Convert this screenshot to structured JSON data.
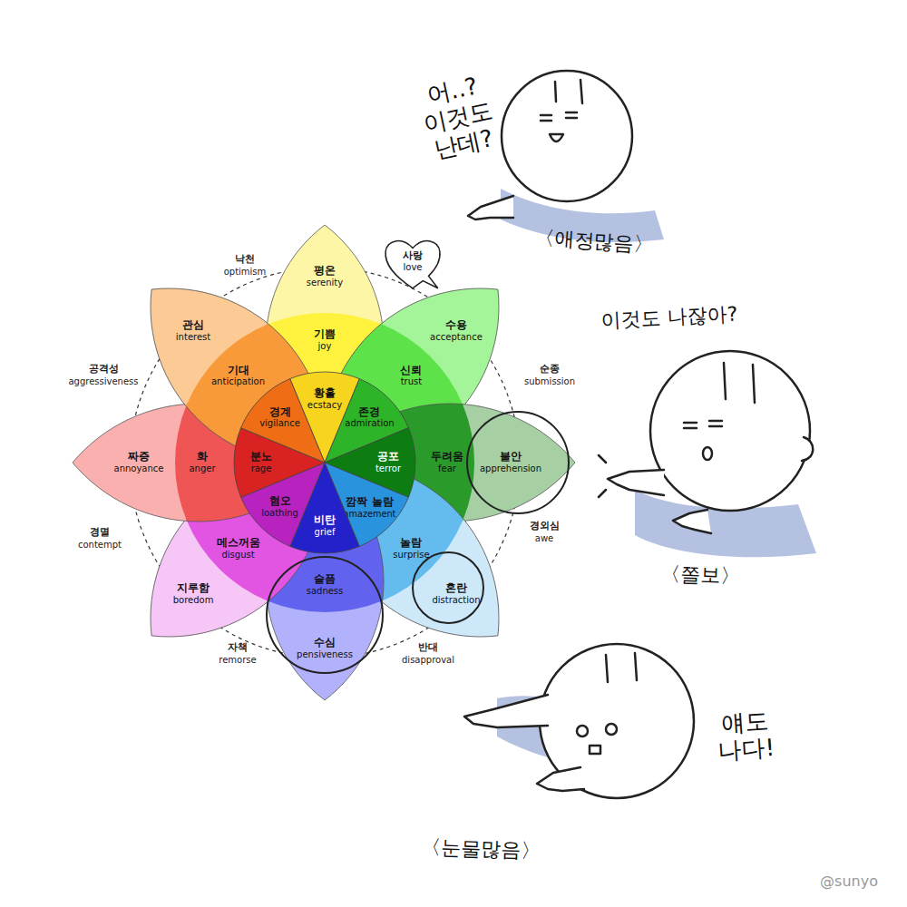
{
  "diagram": {
    "nodes": [
      {
        "text": [
          "평온",
          "serenity"
        ]
      },
      {
        "text": [
          "기쁨",
          "joy"
        ]
      },
      {
        "text": [
          "황홀",
          "ecstacy"
        ]
      },
      {
        "text": [
          "수용",
          "acceptance"
        ]
      },
      {
        "text": [
          "신뢰",
          "trust"
        ]
      },
      {
        "text": [
          "존경",
          "admiration"
        ]
      },
      {
        "text": [
          "불안",
          "apprehension"
        ]
      },
      {
        "text": [
          "두려움",
          "fear"
        ]
      },
      {
        "text": [
          "공포",
          "terror"
        ]
      },
      {
        "text": [
          "혼란",
          "distraction"
        ]
      },
      {
        "text": [
          "놀람",
          "surprise"
        ]
      },
      {
        "text": [
          "깜짝 놀람",
          "amazement"
        ]
      },
      {
        "text": [
          "수심",
          "pensiveness"
        ]
      },
      {
        "text": [
          "슬픔",
          "sadness"
        ]
      },
      {
        "text": [
          "비탄",
          "grief"
        ]
      },
      {
        "text": [
          "지루함",
          "boredom"
        ]
      },
      {
        "text": [
          "메스꺼움",
          "disgust"
        ]
      },
      {
        "text": [
          "혐오",
          "loathing"
        ]
      },
      {
        "text": [
          "짜증",
          "annoyance"
        ]
      },
      {
        "text": [
          "화",
          "anger"
        ]
      },
      {
        "text": [
          "분노",
          "rage"
        ]
      },
      {
        "text": [
          "관심",
          "interest"
        ]
      },
      {
        "text": [
          "기대",
          "anticipation"
        ]
      },
      {
        "text": [
          "경계",
          "vigilance"
        ]
      },
      {
        "text": [
          "사랑",
          "love"
        ]
      }
    ],
    "labels": [
      "낙천",
      "optimism",
      "순종",
      "submission",
      "경외심",
      "awe",
      "반대",
      "disapproval",
      "자책",
      "remorse",
      "경멸",
      "contempt",
      "공격성",
      "aggressiveness",
      "어..? 이것도 난데?",
      "〈애정많음〉",
      "이것도 나잖아?",
      "〈쫄보〉",
      "얘도 나다!",
      "〈눈물많음〉",
      "@sunyo"
    ]
  }
}
